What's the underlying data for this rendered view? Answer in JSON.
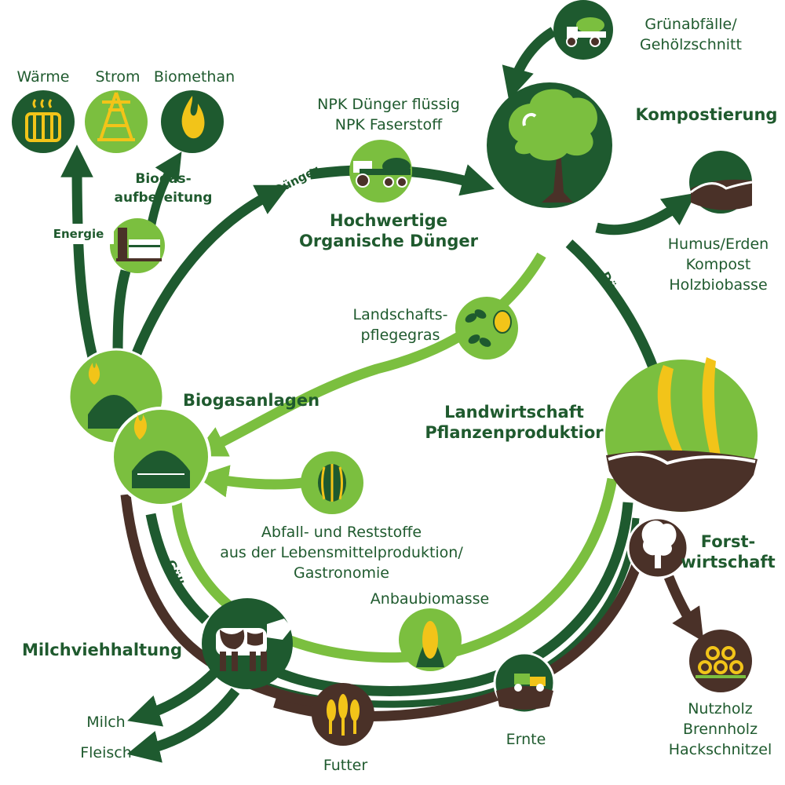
{
  "colors": {
    "dark_green": "#1e5a2f",
    "light_green": "#7bbf3f",
    "brown": "#4a3128",
    "yellow": "#f2c419",
    "text": "#1f5a2e"
  },
  "nodes": {
    "waerme": {
      "label": "Wärme",
      "icon": "radiator-icon"
    },
    "strom": {
      "label": "Strom",
      "icon": "power-pylon-icon"
    },
    "biomethan": {
      "label": "Biomethan",
      "icon": "flame-icon"
    },
    "biogasaufbereitung": {
      "label_lines": [
        "Biogas-",
        "aufbereitung"
      ],
      "icon": "gas-plant-icon"
    },
    "energie": {
      "label": "Energie"
    },
    "biogasanlagen": {
      "label": "Biogasanlagen",
      "icon": "biogas-dome-icon"
    },
    "npk": {
      "label_lines": [
        "NPK Dünger flüssig",
        "NPK Faserstoff"
      ],
      "icon": "tractor-icon"
    },
    "hochwertige": {
      "label_lines": [
        "Hochwertige",
        "Organische Dünger"
      ]
    },
    "gruenabfaelle": {
      "label_lines": [
        "Grünabfälle/",
        "Gehölzschnitt"
      ],
      "icon": "truck-icon"
    },
    "kompostierung": {
      "label": "Kompostierung",
      "icon": "tree-icon"
    },
    "humus": {
      "label_lines": [
        "Humus/Erden",
        "Kompost",
        "Holzbiobasse"
      ],
      "icon": "soil-icon"
    },
    "landschaft": {
      "label_lines": [
        "Landschafts-",
        "pflegegras"
      ],
      "icon": "leaves-icon"
    },
    "landwirtschaft": {
      "label_lines": [
        "Landwirtschaft",
        "Pflanzenproduktior"
      ],
      "icon": "wheat-field-icon"
    },
    "forst": {
      "label_lines": [
        "Forst-",
        "wirtschaft"
      ],
      "icon": "forest-tree-icon"
    },
    "abfall": {
      "label_lines": [
        "Abfall- und  Reststoffe",
        "aus der Lebensmittelproduktion/",
        "Gastronomie"
      ],
      "icon": "watermelon-icon"
    },
    "anbaubiomasse": {
      "label": "Anbaubiomasse",
      "icon": "corn-icon"
    },
    "milchvieh": {
      "label": "Milchviehhaltung",
      "icon": "cow-icon"
    },
    "milch": {
      "label": "Milch"
    },
    "fleisch": {
      "label": "Fleisch"
    },
    "futter": {
      "label": "Futter",
      "icon": "grain-icon"
    },
    "ernte": {
      "label": "Ernte",
      "icon": "harvester-icon"
    },
    "nutzholz": {
      "label_lines": [
        "Nutzholz",
        "Brennholz",
        "Hackschnitzel"
      ],
      "icon": "logs-icon"
    }
  },
  "flow_labels": {
    "duenger_top": "Dünger",
    "duenger_right": "Dünger",
    "guelle": "Gülle"
  }
}
